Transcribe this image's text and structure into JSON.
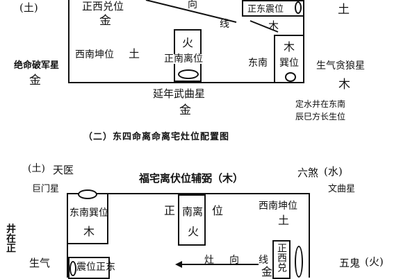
{
  "top": {
    "tu_left": "(土)",
    "zhengxi_dui": "正西兑位",
    "zhengxi_jin": "金",
    "xiang": "向",
    "xian": "线",
    "zhengdong_zhen": "正东震位",
    "mu_small": "木",
    "tu_right": "土",
    "xinan_kun": "西南坤位",
    "xinan_tu": "土",
    "huo": "火",
    "zhengnan_li": "正南离位",
    "mu_box": "木",
    "xun_wei": "巽位",
    "dongnan": "东南",
    "jueming": "绝命破军星",
    "jueming_jin": "金",
    "shengqi": "生气贪狼星",
    "shengqi_mu": "木",
    "yannian": "延年武曲星",
    "yannian_jin": "金",
    "note_line1": "定水井在东南",
    "note_line2": "辰巳方长生位",
    "caption": "（二）东四命离命离宅灶位配置图"
  },
  "bottom": {
    "tu_label": "(土)",
    "tianyi": "天医",
    "jumen": "巨门星",
    "title": "福宅离伏位辅弼（木）",
    "liusha": "六煞",
    "shui": "(水)",
    "wenqu": "文曲星",
    "dongnan_xun": "东南巽位",
    "dongnan_mu": "木",
    "zheng": "正",
    "nan_li": "南离",
    "wei": "位",
    "li_huo": "火",
    "xinan_kun": "西南坤位",
    "xinan_tu": "土",
    "well_label": "井在正",
    "shengqi": "生气",
    "zhen_label": "震位正东",
    "zao": "灶",
    "xiang": "向",
    "xian": "线",
    "jin": "金",
    "zhengxi_dui": "正西兑",
    "wugui": "五鬼",
    "huo_paren": "(火)"
  }
}
